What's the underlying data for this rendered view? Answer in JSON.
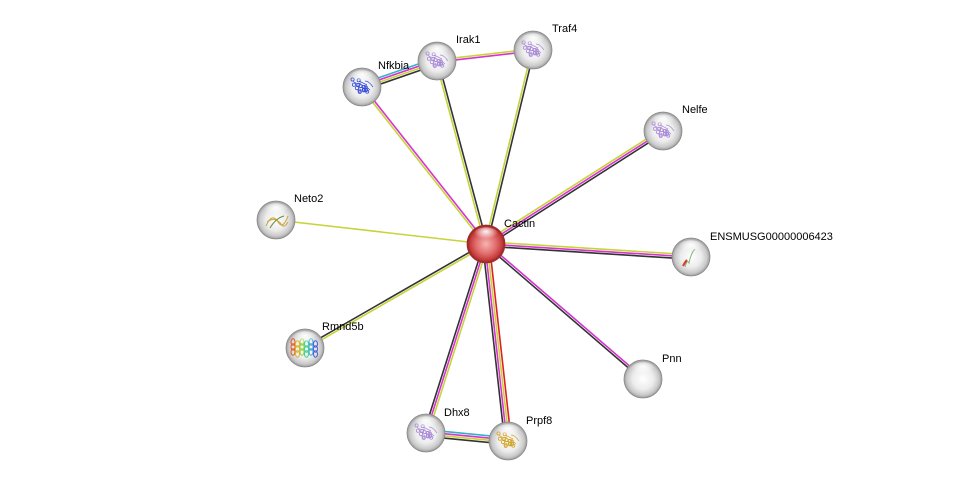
{
  "network": {
    "nodes": [
      {
        "id": "cactin",
        "label": "Cactin",
        "query": true,
        "art": "none"
      },
      {
        "id": "irak1",
        "label": "Irak1",
        "art": "protein"
      },
      {
        "id": "traf4",
        "label": "Traf4",
        "art": "protein"
      },
      {
        "id": "nfkbia",
        "label": "Nfkbia",
        "art": "blue-protein"
      },
      {
        "id": "nelfe",
        "label": "Nelfe",
        "art": "protein"
      },
      {
        "id": "neto2",
        "label": "Neto2",
        "art": "yellow-ribbon"
      },
      {
        "id": "ensmusg",
        "label": "ENSMUSG00000006423",
        "art": "red-helix"
      },
      {
        "id": "rmnd5b",
        "label": "Rmnd5b",
        "art": "rainbow-helix"
      },
      {
        "id": "pnn",
        "label": "Pnn",
        "art": "none"
      },
      {
        "id": "dhx8",
        "label": "Dhx8",
        "art": "protein"
      },
      {
        "id": "prpf8",
        "label": "Prpf8",
        "art": "yellow-protein"
      }
    ],
    "edges": [
      {
        "from": "cactin",
        "to": "irak1",
        "types": [
          "textmining",
          "coexpression"
        ]
      },
      {
        "from": "cactin",
        "to": "traf4",
        "types": [
          "textmining",
          "coexpression"
        ]
      },
      {
        "from": "cactin",
        "to": "nfkbia",
        "types": [
          "textmining",
          "experiments"
        ]
      },
      {
        "from": "cactin",
        "to": "nelfe",
        "types": [
          "textmining",
          "experiments",
          "coexpression"
        ]
      },
      {
        "from": "cactin",
        "to": "neto2",
        "types": [
          "textmining"
        ]
      },
      {
        "from": "cactin",
        "to": "ensmusg",
        "types": [
          "textmining",
          "experiments",
          "coexpression"
        ]
      },
      {
        "from": "cactin",
        "to": "rmnd5b",
        "types": [
          "textmining",
          "coexpression"
        ]
      },
      {
        "from": "cactin",
        "to": "pnn",
        "types": [
          "experiments",
          "coexpression"
        ]
      },
      {
        "from": "cactin",
        "to": "dhx8",
        "types": [
          "textmining",
          "experiments",
          "coexpression"
        ]
      },
      {
        "from": "cactin",
        "to": "prpf8",
        "types": [
          "fusion",
          "textmining",
          "experiments",
          "coexpression"
        ]
      },
      {
        "from": "nfkbia",
        "to": "irak1",
        "types": [
          "database",
          "experiments",
          "textmining",
          "coexpression"
        ]
      },
      {
        "from": "irak1",
        "to": "traf4",
        "types": [
          "textmining",
          "experiments"
        ]
      },
      {
        "from": "dhx8",
        "to": "prpf8",
        "types": [
          "database",
          "experiments",
          "textmining",
          "coexpression"
        ]
      }
    ]
  },
  "colors": {
    "textmining": "#c6d43a",
    "experiments": "#d633d1",
    "coexpression": "#333333",
    "database": "#34b2c4",
    "fusion": "#e02020",
    "query_node": "#e05a5a",
    "node": "#e4e4e4"
  }
}
